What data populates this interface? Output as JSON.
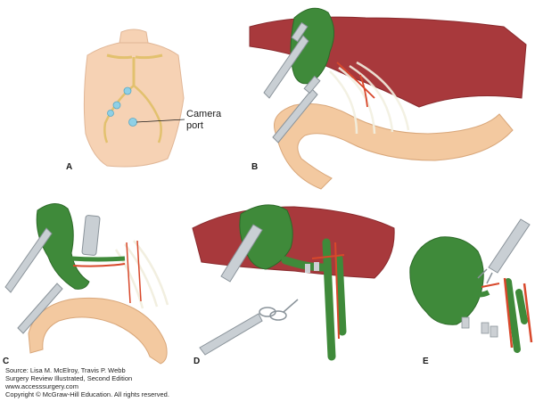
{
  "panels": {
    "a": {
      "letter": "A",
      "callout": {
        "line1": "Camera",
        "line2": "port"
      }
    },
    "b": {
      "letter": "B"
    },
    "c": {
      "letter": "C"
    },
    "d": {
      "letter": "D"
    },
    "e": {
      "letter": "E"
    }
  },
  "source": {
    "line1": "Source: Lisa M. McElroy, Travis P. Webb",
    "line2": "Surgery Review Illustrated, Second Edition",
    "line3": "www.accesssurgery.com",
    "line4": "Copyright © McGraw-Hill Education. All rights reserved."
  },
  "colors": {
    "skin": "#f6d2b4",
    "liver": "#a8393c",
    "gallbladder": "#3f8a3a",
    "bowel": "#f3c9a0",
    "artery": "#d8482b",
    "port": "#8fd0e6",
    "instrument": "#c9cfd4"
  }
}
